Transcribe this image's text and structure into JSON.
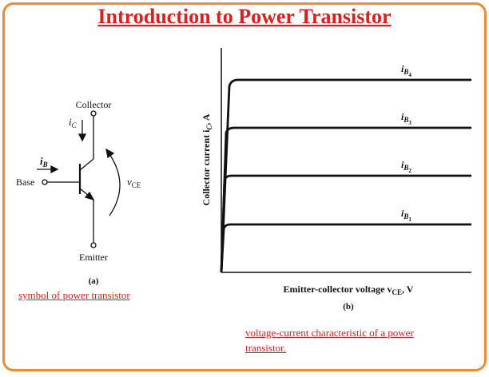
{
  "title": "Introduction to Power Transistor",
  "symbol": {
    "collector": "Collector",
    "emitter": "Emitter",
    "base": "Base",
    "ic": "i",
    "ic_sub": "C",
    "ib": "i",
    "ib_sub": "B",
    "vce": "v",
    "vce_sub": "CE",
    "panel": "(a)",
    "caption": "symbol of power transistor"
  },
  "characteristic": {
    "ylabel": "Collector current i",
    "ylabel_sub": "C",
    "ylabel_unit": ", A",
    "xlabel": "Emitter-collector voltage v",
    "xlabel_sub": "CE",
    "xlabel_unit": ", V",
    "panel": "(b)",
    "caption_line1": "voltage-current characteristic of a power",
    "caption_line2": "transistor.",
    "curves": [
      {
        "base": "i",
        "sub": "B",
        "subsub": "4"
      },
      {
        "base": "i",
        "sub": "B",
        "subsub": "3"
      },
      {
        "base": "i",
        "sub": "B",
        "subsub": "2"
      },
      {
        "base": "i",
        "sub": "B",
        "subsub": "1"
      }
    ]
  },
  "colors": {
    "frame": "#f28a2e",
    "title": "#e01d1d",
    "caption": "#d42020"
  }
}
